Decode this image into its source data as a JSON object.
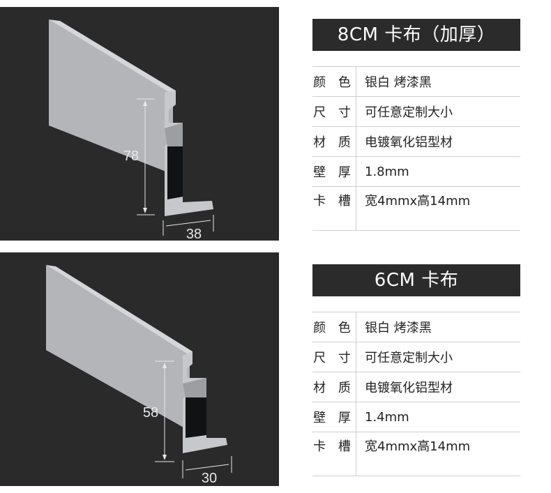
{
  "products": [
    {
      "title": "8CM 卡布（加厚）",
      "dim_height": "78",
      "dim_width": "38",
      "specs": [
        {
          "key": "颜 色",
          "value": "银白  烤漆黑"
        },
        {
          "key": "尺 寸",
          "value": "可任意定制大小"
        },
        {
          "key": "材 质",
          "value": "电镀氧化铝型材"
        },
        {
          "key": "壁 厚",
          "value": "1.8mm"
        },
        {
          "key": "卡 槽",
          "value": "宽4mmx高14mm"
        }
      ]
    },
    {
      "title": "6CM 卡布",
      "dim_height": "58",
      "dim_width": "30",
      "specs": [
        {
          "key": "颜 色",
          "value": "银白  烤漆黑"
        },
        {
          "key": "尺 寸",
          "value": "可任意定制大小"
        },
        {
          "key": "材 质",
          "value": "电镀氧化铝型材"
        },
        {
          "key": "壁 厚",
          "value": "1.4mm"
        },
        {
          "key": "卡 槽",
          "value": "宽4mmx高14mm"
        }
      ]
    }
  ],
  "colors": {
    "photo_bg": "#2a2a2a",
    "title_bg": "#2b2b2b",
    "metal": "#a9abaf",
    "metal_light": "#c9cbce",
    "metal_dark": "#7f8185"
  }
}
